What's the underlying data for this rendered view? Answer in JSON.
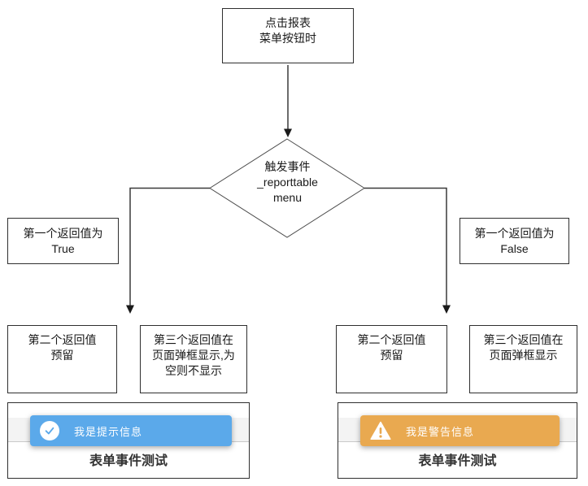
{
  "colors": {
    "info_accent": "#5BA9EA",
    "warning_accent": "#E9A950",
    "line_color": "#3a3a3a",
    "box_border": "#2f2f2f"
  },
  "flow": {
    "start": "点击报表\n菜单按钮时",
    "decision": "触发事件\n_reporttable\nmenu",
    "true_label": "第一个返回值为\nTrue",
    "false_label": "第一个返回值为\nFalse",
    "true_second": "第二个返回值\n预留",
    "true_third": "第三个返回值在\n页面弹框显示,为\n空则不显示",
    "false_second": "第二个返回值\n预留",
    "false_third": "第三个返回值在\n页面弹框显示"
  },
  "info_panel": {
    "toast_message": "我是提示信息",
    "caption": "表单事件测试",
    "icon": "check-circle-icon"
  },
  "warning_panel": {
    "toast_message": "我是警告信息",
    "caption": "表单事件测试",
    "icon": "warning-triangle-icon"
  }
}
